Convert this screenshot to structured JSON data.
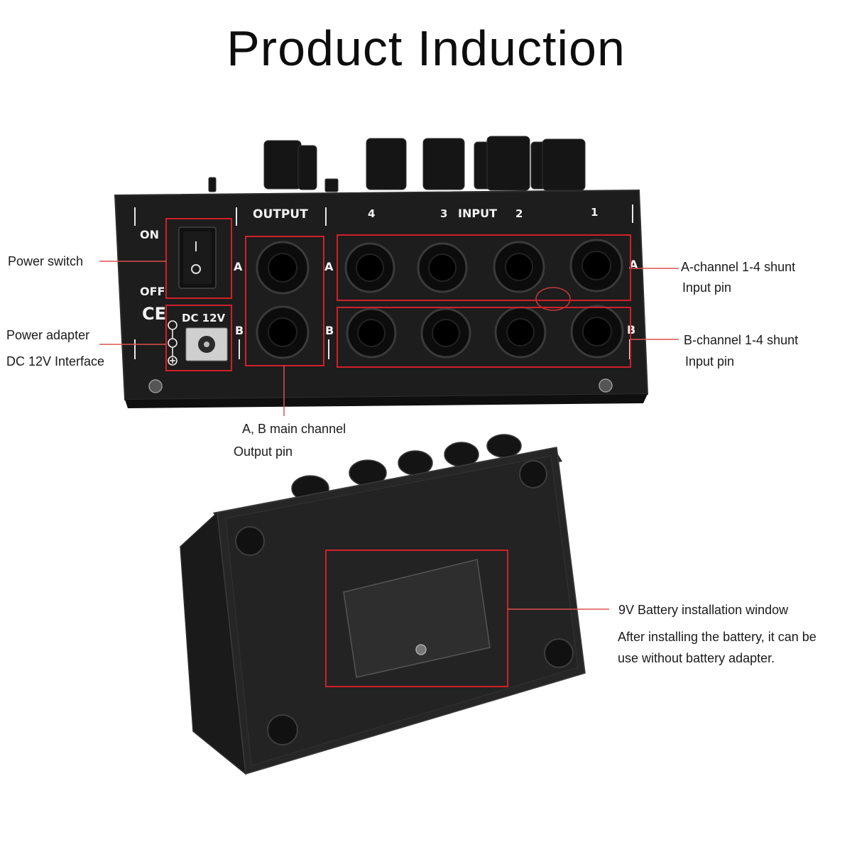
{
  "title": "Product Induction",
  "panel": {
    "on": "ON",
    "off": "OFF",
    "ce": "CE",
    "dc": "DC 12V",
    "output": "OUTPUT",
    "input": "INPUT",
    "input_numbers": [
      "4",
      "3",
      "2",
      "1"
    ],
    "channel_a": "A",
    "channel_b": "B"
  },
  "callouts": {
    "power_switch": "Power switch",
    "power_adapter_line1": "Power adapter",
    "power_adapter_line2": "DC 12V Interface",
    "a_channel_line1": "A-channel 1-4 shunt",
    "a_channel_line2": "Input pin",
    "b_channel_line1": "B-channel 1-4 shunt",
    "b_channel_line2": "Input pin",
    "main_output_line1": "A, B main channel",
    "main_output_line2": "Output pin",
    "battery_line1": "9V Battery installation window",
    "battery_line2": "After installing the battery, it can be",
    "battery_line3": "use without battery adapter."
  },
  "colors": {
    "device_body": "#1e1e1e",
    "callout_line": "#d9534f",
    "highlight_box": "#d0202a"
  }
}
